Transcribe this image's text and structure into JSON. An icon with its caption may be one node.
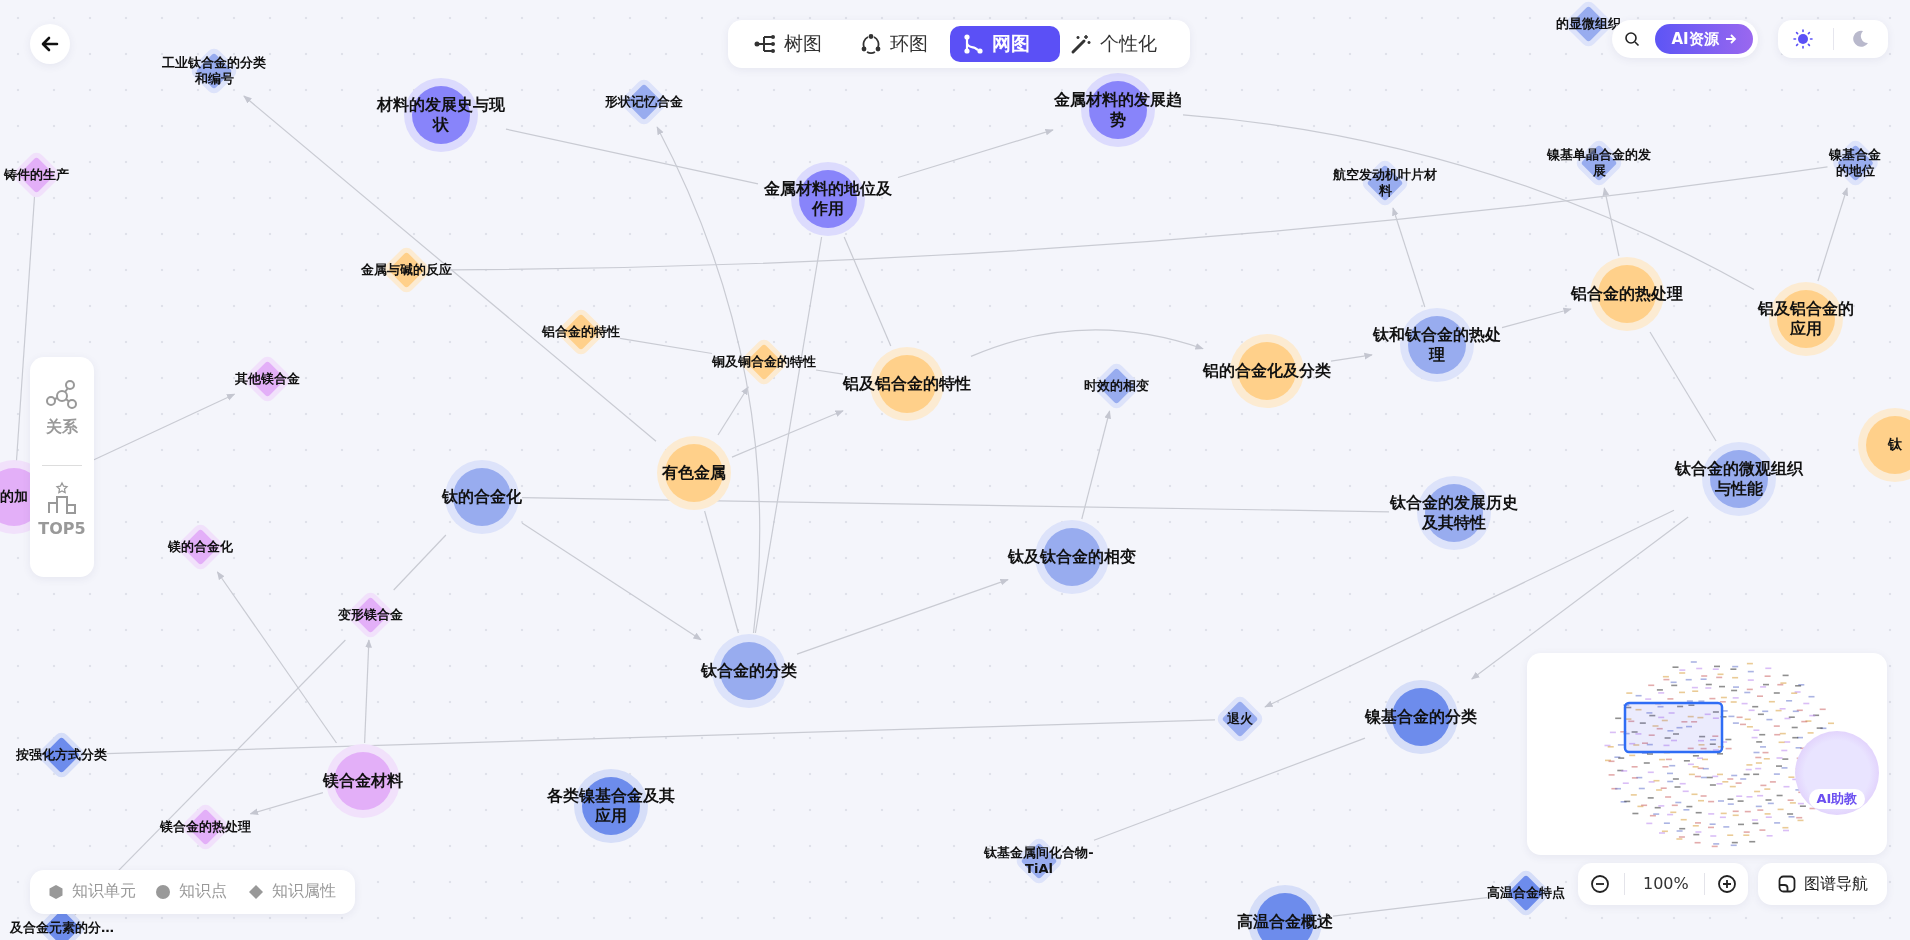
{
  "diagram": {
    "nodes": [
      {
        "text": [
          "材料的发展史与现状"
        ]
      },
      {
        "text": [
          "金属材料的地位及作用"
        ]
      },
      {
        "text": [
          "金属材料的发展趋势"
        ]
      },
      {
        "text": [
          "铝及铝合金的特性"
        ]
      },
      {
        "text": [
          "有色金属"
        ]
      },
      {
        "text": [
          "铝的合金化及分类"
        ]
      },
      {
        "text": [
          "钛和钛合金的热处理"
        ]
      },
      {
        "text": [
          "铝合金的热处理"
        ]
      },
      {
        "text": [
          "铝及铝合金的应用"
        ]
      },
      {
        "text": [
          "钛的合金化"
        ]
      },
      {
        "text": [
          "钛及钛合金的相变"
        ]
      },
      {
        "text": [
          "钛合金的分类"
        ]
      },
      {
        "text": [
          "钛合金的发展历史及其特性"
        ]
      },
      {
        "text": [
          "钛合金的微观组织与性能"
        ]
      },
      {
        "text": [
          "镍基合金的分类"
        ]
      },
      {
        "text": [
          "镁合金材料"
        ]
      },
      {
        "text": [
          "各类镍基合金及其应用"
        ]
      },
      {
        "text": [
          "高温合金概述"
        ]
      },
      {
        "text": [
          "工业钛合金的分类和编号"
        ]
      },
      {
        "text": [
          "形状记忆合金"
        ]
      },
      {
        "text": [
          "金属与碱的反应"
        ]
      },
      {
        "text": [
          "铝合金的特性"
        ]
      },
      {
        "text": [
          "铜及铜合金的特性"
        ]
      },
      {
        "text": [
          "其他镁合金"
        ]
      },
      {
        "text": [
          "时效的相变"
        ]
      },
      {
        "text": [
          "航空发动机叶片材料"
        ]
      },
      {
        "text": [
          "镍基单晶合金的发展"
        ]
      },
      {
        "text": [
          "镍基合金的地位"
        ]
      },
      {
        "text": [
          "镁的合金化"
        ]
      },
      {
        "text": [
          "变形镁合金"
        ]
      },
      {
        "text": [
          "按强化方式分类"
        ]
      },
      {
        "text": [
          "镁合金的热处理"
        ]
      },
      {
        "text": [
          "退火"
        ]
      },
      {
        "text": [
          "钛基金属间化合物-TiAl"
        ]
      },
      {
        "text": [
          "高温合金特点"
        ]
      },
      {
        "text": [
          "铸件的生产"
        ]
      },
      {
        "text": [
          "的加"
        ]
      },
      {
        "text": [
          "及合金元素的分…"
        ]
      },
      {
        "text": [
          "的显微组织"
        ]
      },
      {
        "text": [
          "钛"
        ]
      }
    ],
    "edges": [
      {
        "from": 4,
        "to": 18,
        "arrow": "to"
      },
      {
        "from": 15,
        "to": 28,
        "arrow": "to"
      },
      {
        "from": 15,
        "to": 29,
        "arrow": "to"
      },
      {
        "from": 15,
        "to": 31,
        "arrow": "to"
      },
      {
        "from": 36,
        "to": 23,
        "arrow": "to"
      },
      {
        "from": 30,
        "to": 32,
        "arrow": "none"
      },
      {
        "from": 29,
        "to": 37,
        "arrow": "none"
      },
      {
        "from": 9,
        "to": 12,
        "arrow": "none"
      },
      {
        "from": 4,
        "to": 3,
        "arrow": "to"
      },
      {
        "from": 4,
        "to": 22,
        "arrow": "to"
      },
      {
        "from": 21,
        "to": 22,
        "arrow": "none"
      },
      {
        "from": 11,
        "to": 19,
        "arrow": "to"
      },
      {
        "from": 1,
        "to": 2,
        "arrow": "to"
      },
      {
        "from": 0,
        "to": 1,
        "arrow": "none"
      },
      {
        "from": 20,
        "to": 27,
        "arrow": "none"
      },
      {
        "from": 3,
        "to": 5,
        "arrow": "to"
      },
      {
        "from": 10,
        "to": 24,
        "arrow": "to"
      },
      {
        "from": 11,
        "to": 10,
        "arrow": "to"
      },
      {
        "from": 5,
        "to": 6,
        "arrow": "to"
      },
      {
        "from": 6,
        "to": 7,
        "arrow": "to"
      },
      {
        "from": 7,
        "to": 26,
        "arrow": "to"
      },
      {
        "from": 6,
        "to": 25,
        "arrow": "to"
      },
      {
        "from": 8,
        "to": 27,
        "arrow": "to"
      },
      {
        "from": 13,
        "to": 32,
        "arrow": "to"
      },
      {
        "from": 13,
        "to": 14,
        "arrow": "to"
      },
      {
        "from": 33,
        "to": 14,
        "arrow": "none"
      },
      {
        "from": 17,
        "to": 34,
        "arrow": "none"
      },
      {
        "from": 1,
        "to": 3,
        "arrow": "none"
      },
      {
        "from": 1,
        "to": 11,
        "arrow": "none"
      },
      {
        "from": 4,
        "to": 11,
        "arrow": "none"
      },
      {
        "from": 7,
        "to": 13,
        "arrow": "none"
      },
      {
        "from": 9,
        "to": 11,
        "arrow": "to"
      },
      {
        "from": 36,
        "to": 35,
        "arrow": "to"
      },
      {
        "from": 9,
        "to": 29,
        "arrow": "none"
      },
      {
        "from": 2,
        "to": 8,
        "arrow": "none"
      },
      {
        "from": 22,
        "to": 3,
        "arrow": "none"
      }
    ],
    "labels": [
      "树图",
      "环图",
      "网图",
      "个性化",
      "AI资源",
      "关系",
      "TOP5",
      "100%",
      "图谱导航",
      "AI助教"
    ],
    "legend": [
      {
        "text": "知识单元"
      },
      {
        "text": "知识点"
      },
      {
        "text": "知识属性"
      }
    ]
  }
}
